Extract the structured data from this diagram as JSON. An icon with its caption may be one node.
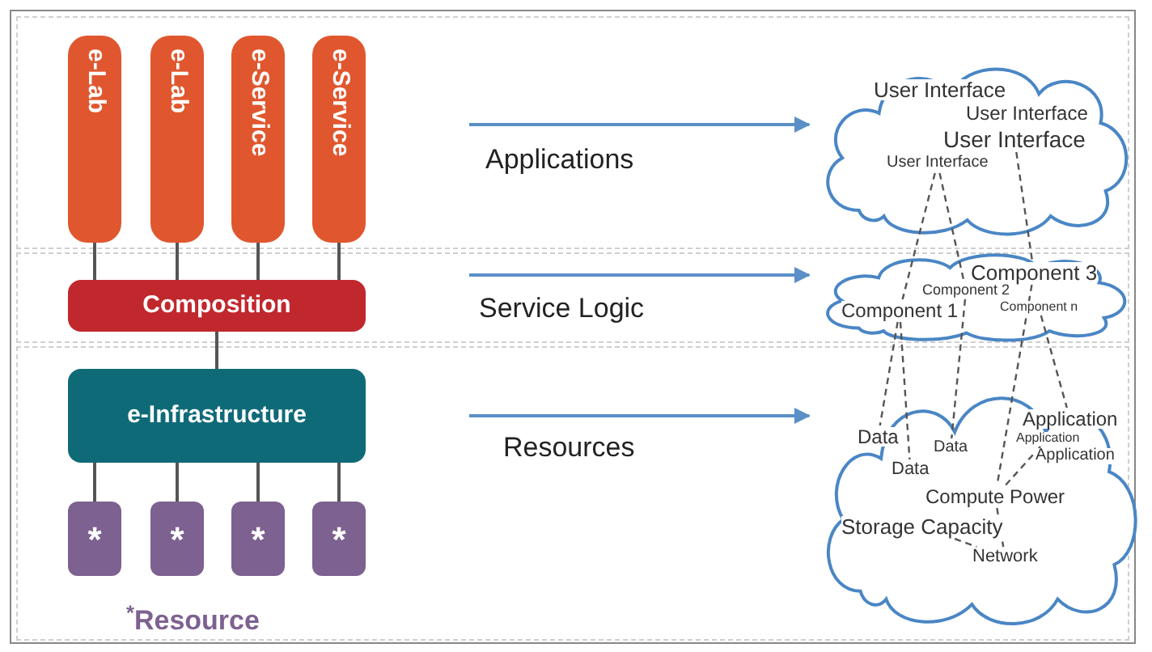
{
  "diagram": {
    "nodes": [
      {
        "text": [
          "e-Lab"
        ]
      },
      {
        "text": [
          "e-Lab"
        ]
      },
      {
        "text": [
          "e-Service"
        ]
      },
      {
        "text": [
          "e-Service"
        ]
      },
      {
        "text": [
          "Composition"
        ]
      },
      {
        "text": [
          "e-Infrastructure"
        ]
      },
      {
        "text": [
          "*"
        ]
      },
      {
        "text": [
          "*"
        ]
      },
      {
        "text": [
          "*"
        ]
      },
      {
        "text": [
          "*"
        ]
      },
      {
        "text": [],
        "shape": "cloud"
      },
      {
        "text": [
          "User Interface"
        ],
        "in": 10
      },
      {
        "text": [
          "User Interface"
        ],
        "in": 10
      },
      {
        "text": [
          "User Interface"
        ],
        "in": 10
      },
      {
        "text": [
          "User Interface"
        ],
        "in": 10
      },
      {
        "text": [],
        "shape": "cloud"
      },
      {
        "text": [
          "Component 3"
        ],
        "in": 15
      },
      {
        "text": [
          "Component 2"
        ],
        "in": 15
      },
      {
        "text": [
          "Component 1"
        ],
        "in": 15
      },
      {
        "text": [
          "Component n"
        ],
        "in": 15
      },
      {
        "text": [],
        "shape": "cloud"
      },
      {
        "text": [
          "Data"
        ],
        "in": 20
      },
      {
        "text": [
          "Data"
        ],
        "in": 20
      },
      {
        "text": [
          "Data"
        ],
        "in": 20
      },
      {
        "text": [
          "Application"
        ],
        "in": 20
      },
      {
        "text": [
          "Application"
        ],
        "in": 20
      },
      {
        "text": [
          "Application"
        ],
        "in": 20
      },
      {
        "text": [
          "Compute Power"
        ],
        "in": 20
      },
      {
        "text": [
          "Storage Capacity"
        ],
        "in": 20
      },
      {
        "text": [
          "Network"
        ],
        "in": 20
      }
    ],
    "edges": [
      {
        "from": 0,
        "to": 4,
        "arrow": "none"
      },
      {
        "from": 1,
        "to": 4,
        "arrow": "none"
      },
      {
        "from": 2,
        "to": 4,
        "arrow": "none"
      },
      {
        "from": 3,
        "to": 4,
        "arrow": "none"
      },
      {
        "from": 4,
        "to": 5,
        "arrow": "none"
      },
      {
        "from": 5,
        "to": 6,
        "arrow": "none"
      },
      {
        "from": 5,
        "to": 7,
        "arrow": "none"
      },
      {
        "from": 5,
        "to": 8,
        "arrow": "none"
      },
      {
        "from": 5,
        "to": 9,
        "arrow": "none"
      },
      {
        "from": null,
        "to": 10,
        "arrow": "to",
        "label": "Applications",
        "color": "#5b8fc7"
      },
      {
        "from": null,
        "to": 15,
        "arrow": "to",
        "label": "Service Logic",
        "color": "#5b8fc7"
      },
      {
        "from": null,
        "to": 20,
        "arrow": "to",
        "label": "Resources",
        "color": "#5b8fc7"
      },
      {
        "from": 14,
        "to": 18,
        "arrow": "none",
        "style": "dashed"
      },
      {
        "from": 14,
        "to": 17,
        "arrow": "none",
        "style": "dashed"
      },
      {
        "from": 13,
        "to": 16,
        "arrow": "none",
        "style": "dashed"
      },
      {
        "from": 18,
        "to": 21,
        "arrow": "none",
        "style": "dashed"
      },
      {
        "from": 18,
        "to": 23,
        "arrow": "none",
        "style": "dashed"
      },
      {
        "from": 17,
        "to": 22,
        "arrow": "none",
        "style": "dashed"
      },
      {
        "from": 16,
        "to": 27,
        "arrow": "none",
        "style": "dashed"
      },
      {
        "from": 19,
        "to": 24,
        "arrow": "none",
        "style": "dashed"
      },
      {
        "from": 28,
        "to": 29,
        "arrow": "none",
        "style": "dashed"
      },
      {
        "from": 25,
        "to": 27,
        "arrow": "none",
        "style": "dashed"
      },
      {
        "from": 27,
        "to": 29,
        "arrow": "none",
        "style": "dashed"
      }
    ],
    "labels": [
      "$^{*}$Resource"
    ]
  }
}
